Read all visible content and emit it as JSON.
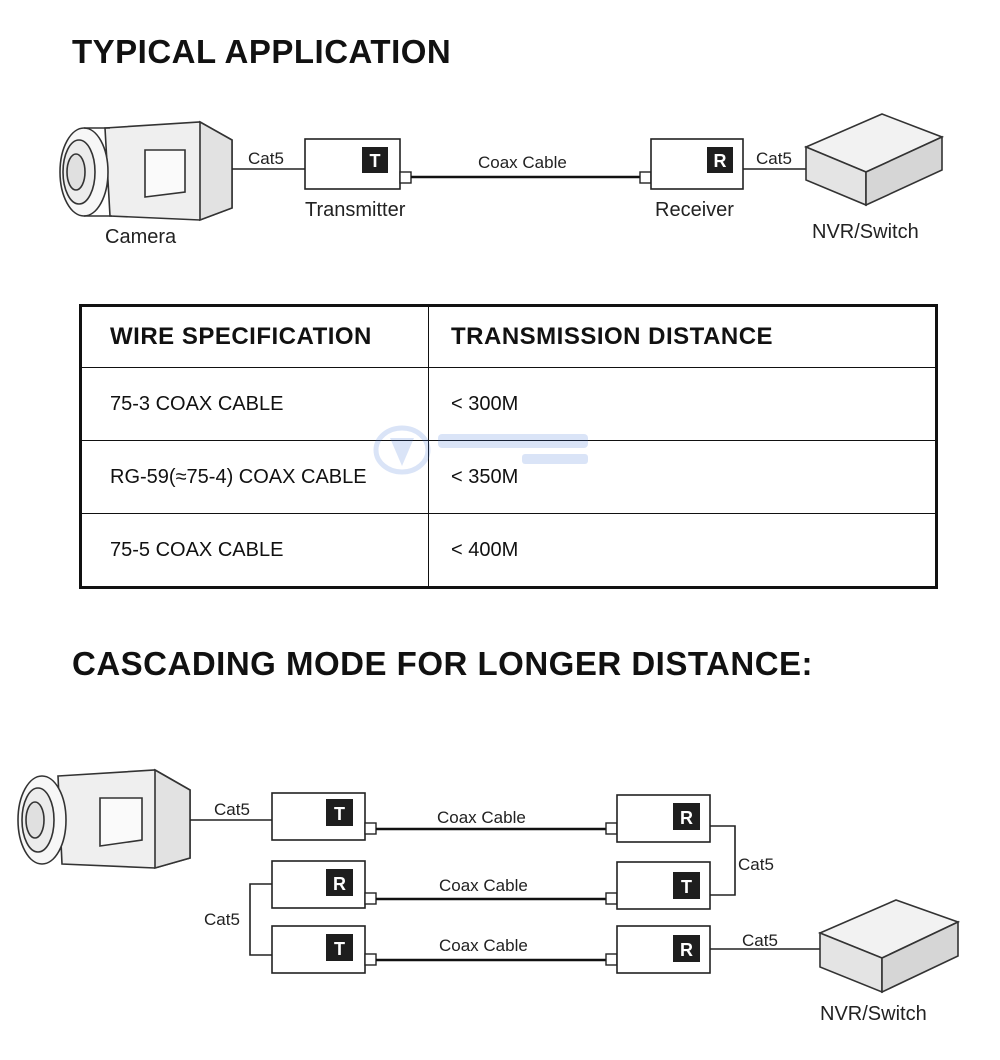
{
  "sections": {
    "typical_title": "TYPICAL APPLICATION",
    "cascade_title": "CASCADING MODE FOR LONGER DISTANCE:"
  },
  "diagram1": {
    "camera_label": "Camera",
    "cat5_left": "Cat5",
    "transmitter_label": "Transmitter",
    "transmitter_letter": "T",
    "coax_label": "Coax Cable",
    "receiver_label": "Receiver",
    "receiver_letter": "R",
    "cat5_right": "Cat5",
    "nvr_label": "NVR/Switch"
  },
  "table": {
    "headers": [
      "WIRE SPECIFICATION",
      "TRANSMISSION DISTANCE"
    ],
    "rows": [
      [
        "75-3 COAX CABLE",
        "< 300M"
      ],
      [
        "RG-59(≈75-4) COAX CABLE",
        "< 350M"
      ],
      [
        "75-5 COAX CABLE",
        "< 400M"
      ]
    ]
  },
  "diagram2": {
    "cat5_camera": "Cat5",
    "coax_1": "Coax Cable",
    "coax_2": "Coax Cable",
    "coax_3": "Coax Cable",
    "cat5_right_loop": "Cat5",
    "cat5_left_loop": "Cat5",
    "cat5_nvr": "Cat5",
    "nvr_label": "NVR/Switch",
    "letter_t": "T",
    "letter_r": "R"
  },
  "colors": {
    "line": "#222222",
    "badge": "#1e1e1e",
    "box_fill": "#ffffff",
    "watermark": "#3a6fd8"
  }
}
